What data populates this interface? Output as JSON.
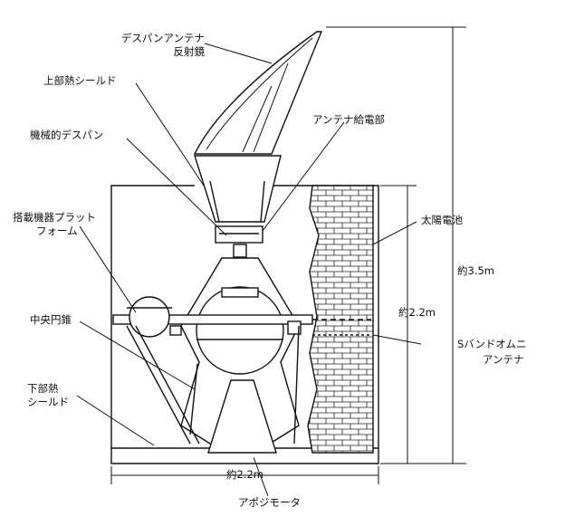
{
  "labels": {
    "despun_reflector_1": "デスパンアンテナ",
    "despun_reflector_2": "反射鏡",
    "upper_thermal_shield": "上部熱シールド",
    "antenna_feed": "アンテナ給電部",
    "mechanical_despin": "機械的デスパン",
    "platform_1": "搭載機器プラット",
    "platform_2": "フォーム",
    "solar_cells": "太陽電池",
    "height_total": "約3.5m",
    "height_body": "約2.2m",
    "central_cone": "中央円錐",
    "s_band_1": "Sバンドオムニ",
    "s_band_2": "アンテナ",
    "lower_thermal_shield_1": "下部熱",
    "lower_thermal_shield_2": "シールド",
    "width_body": "約2.2m",
    "apogee_motor": "アポジモータ"
  },
  "colors": {
    "line": "#111111",
    "background": "#ffffff"
  }
}
